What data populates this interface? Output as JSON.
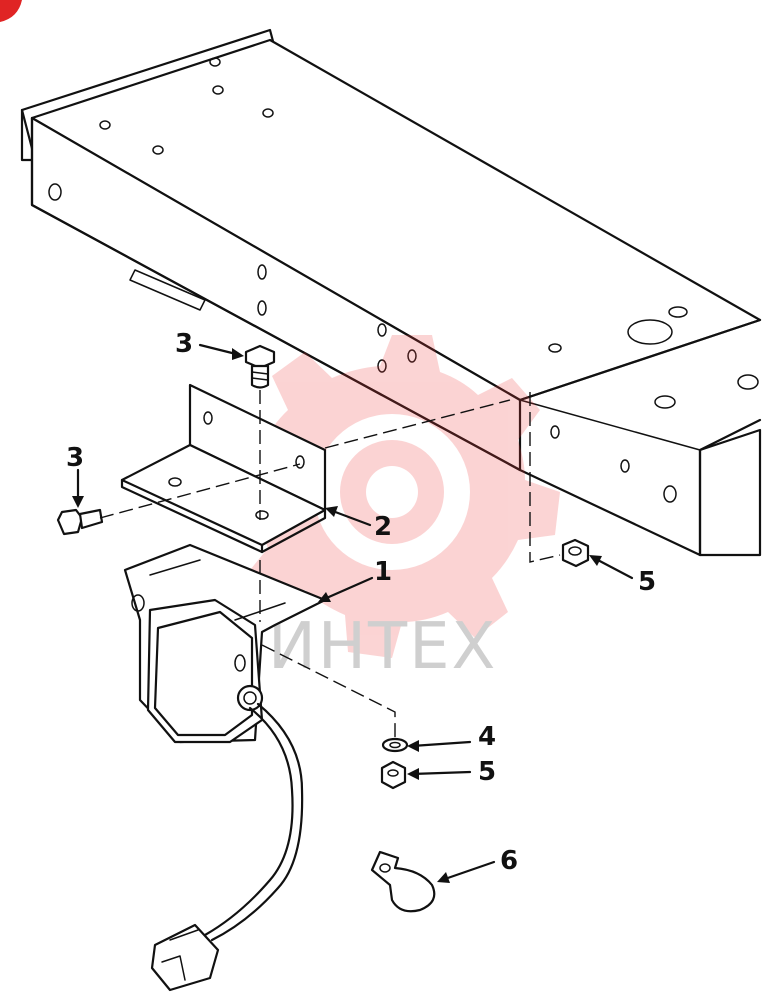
{
  "watermark": {
    "text": "ИНТЕХ",
    "color": "#ef3b3b"
  },
  "callouts": [
    {
      "id": "callout-3-top",
      "label": "3"
    },
    {
      "id": "callout-3-left",
      "label": "3"
    },
    {
      "id": "callout-2",
      "label": "2"
    },
    {
      "id": "callout-1",
      "label": "1"
    },
    {
      "id": "callout-5-right",
      "label": "5"
    },
    {
      "id": "callout-4",
      "label": "4"
    },
    {
      "id": "callout-5-lower",
      "label": "5"
    },
    {
      "id": "callout-6",
      "label": "6"
    }
  ],
  "colors": {
    "ink": "#111111",
    "corner_badge": "#e02424",
    "watermark_text": "#cfcfcf"
  }
}
